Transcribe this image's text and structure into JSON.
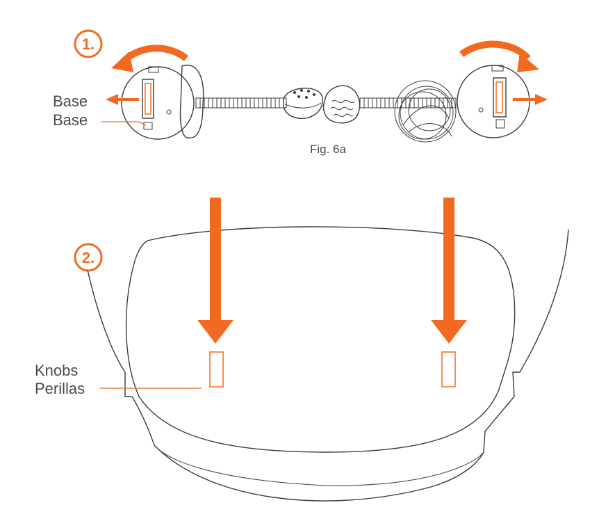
{
  "steps": {
    "step1": "1.",
    "step2": "2."
  },
  "labels": {
    "base_en": "Base",
    "base_es": "Base",
    "figure": "Fig. 6a",
    "knobs_en": "Knobs",
    "knobs_es": "Perillas"
  },
  "colors": {
    "accent": "#f26a21",
    "line": "#3a3a3a",
    "text": "#4a4a4a"
  }
}
